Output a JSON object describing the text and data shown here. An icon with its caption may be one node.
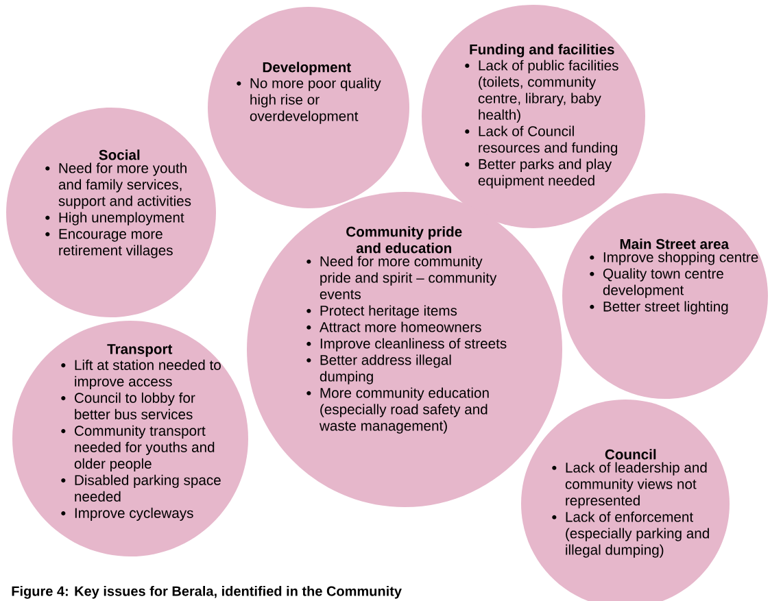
{
  "diagram": {
    "caption": "Figure 4: Key issues for Berala, identified in the Community",
    "nodes": [
      {
        "text": [
          "Development",
          "No more poor quality high rise or overdevelopment"
        ]
      },
      {
        "text": [
          "Funding and facilities",
          "Lack of public facilities (toilets, community centre, library, baby health)",
          "Lack of Council resources and funding",
          "Better parks and play equipment needed"
        ]
      },
      {
        "text": [
          "Social",
          "Need for more youth and family services, support and activities",
          "High unemployment",
          "Encourage more retirement villages"
        ]
      },
      {
        "text": [
          "Community pride and education",
          "Need for more community pride and spirit – community events",
          "Protect heritage items",
          "Attract more homeowners",
          "Improve cleanliness of streets",
          "Better address illegal dumping",
          "More community education (especially road safety and waste management)"
        ]
      },
      {
        "text": [
          "Main Street area",
          "Improve shopping centre",
          "Quality town centre development",
          "Better street lighting"
        ]
      },
      {
        "text": [
          "Transport",
          "Lift at station needed to improve access",
          "Council to lobby for better bus services",
          "Community transport needed for youths and older people",
          "Disabled parking space needed",
          "Improve cycleways"
        ]
      },
      {
        "text": [
          "Council",
          "Lack of leadership and community views not represented",
          "Lack of enforcement (especially parking and illegal dumping)"
        ]
      }
    ]
  }
}
